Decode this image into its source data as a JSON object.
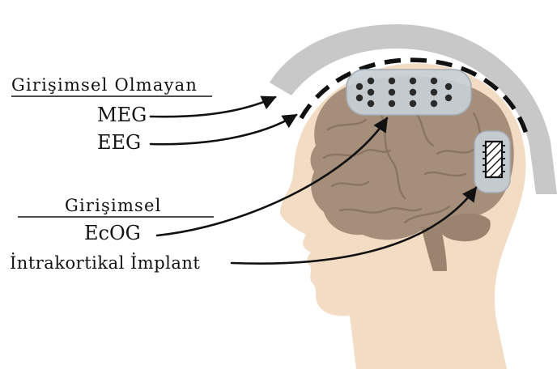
{
  "non_invasive": {
    "heading": "Girişimsel Olmayan",
    "items": [
      "MEG",
      "EEG"
    ]
  },
  "invasive": {
    "heading": "Girişimsel",
    "items": [
      "EcOG",
      "İntrakortikal İmplant"
    ]
  },
  "colors": {
    "skin": "#f3dcc4",
    "brain": "#a58f7b",
    "brain_fold": "#8a7562",
    "helmet": "#c8c8c8",
    "electrode_pad": "#c8cfd6",
    "electrode_dot": "#2a2a2a",
    "text": "#111111"
  }
}
